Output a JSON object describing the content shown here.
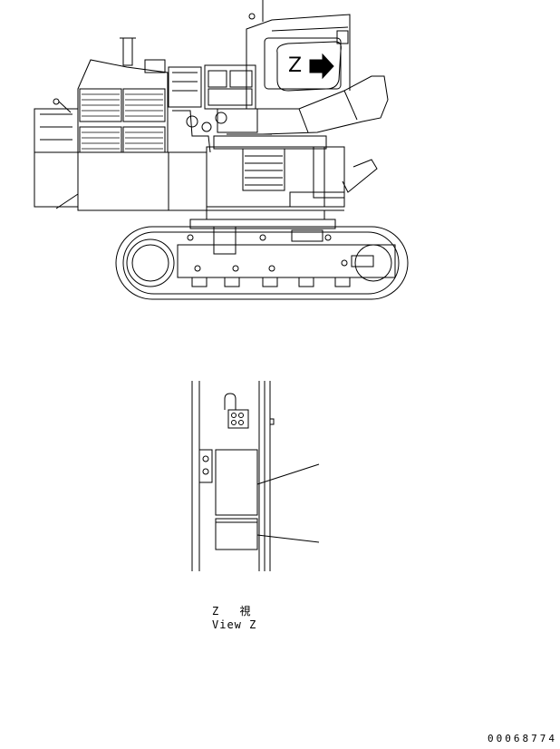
{
  "callout": {
    "letter": "Z"
  },
  "view_label": {
    "japanese": "Z 視",
    "english": "View Z"
  },
  "drawing_number": "00068774",
  "colors": {
    "line": "#000000",
    "background": "#ffffff"
  }
}
